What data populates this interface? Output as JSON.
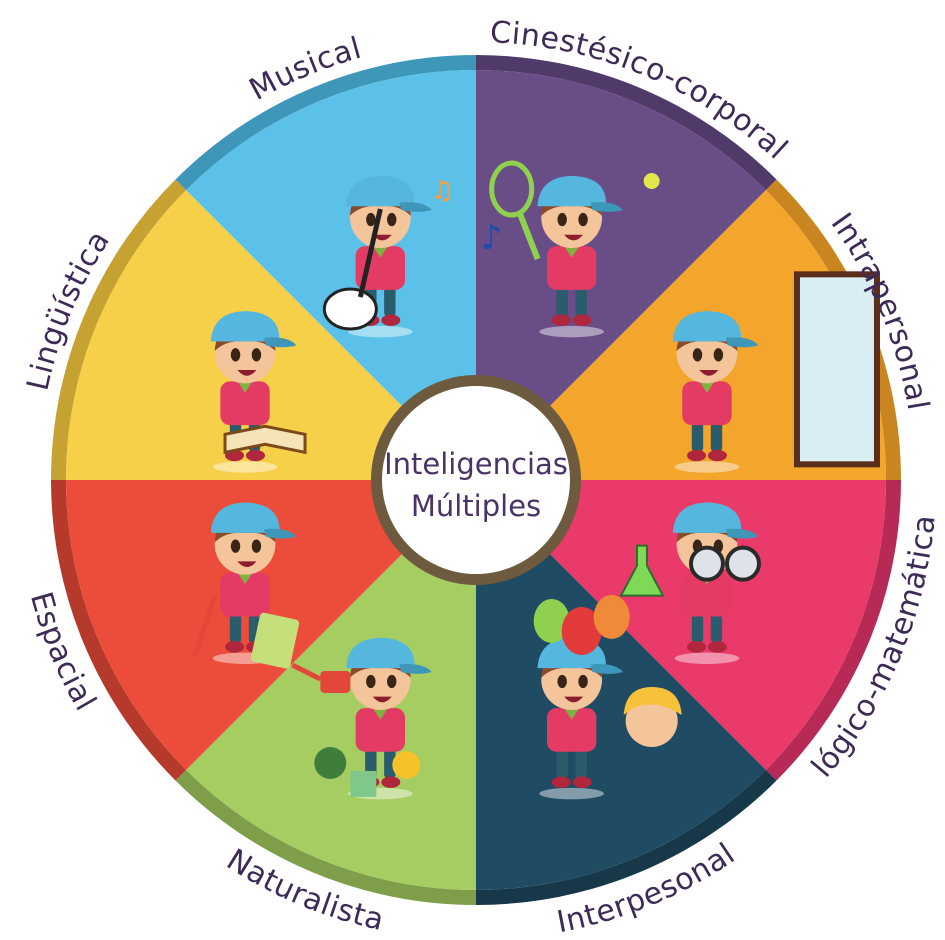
{
  "title": {
    "line1": "Inteligencias",
    "line2": "Múltiples"
  },
  "segments": [
    {
      "label": "Cinestésico-corporal",
      "fill": "#684d86",
      "ring": "#4f3a6a",
      "icon": "tennis-racket-icon"
    },
    {
      "label": "Intrapersonal",
      "fill": "#f3a52c",
      "ring": "#c98520",
      "icon": "mirror-icon"
    },
    {
      "label": "lógico-matemática",
      "fill": "#ea3a6a",
      "ring": "#b62a55",
      "icon": "flask-icon"
    },
    {
      "label": "Interpesonal",
      "fill": "#1f4b63",
      "ring": "#163848",
      "icon": "balloons-icon"
    },
    {
      "label": "Naturalista",
      "fill": "#a6cd62",
      "ring": "#7f9e49",
      "icon": "watering-can-icon"
    },
    {
      "label": "Espacial",
      "fill": "#ec4d3a",
      "ring": "#b63a2c",
      "icon": "paintbrush-icon"
    },
    {
      "label": "Lingüística",
      "fill": "#f7d04a",
      "ring": "#c5a232",
      "icon": "book-icon"
    },
    {
      "label": "Musical",
      "fill": "#5bc1e8",
      "ring": "#3e97b8",
      "icon": "guitar-icon"
    }
  ],
  "colors": {
    "label_text": "#3d2a57",
    "center_fill": "#ffffff",
    "center_ring": "#6e5a3e"
  }
}
